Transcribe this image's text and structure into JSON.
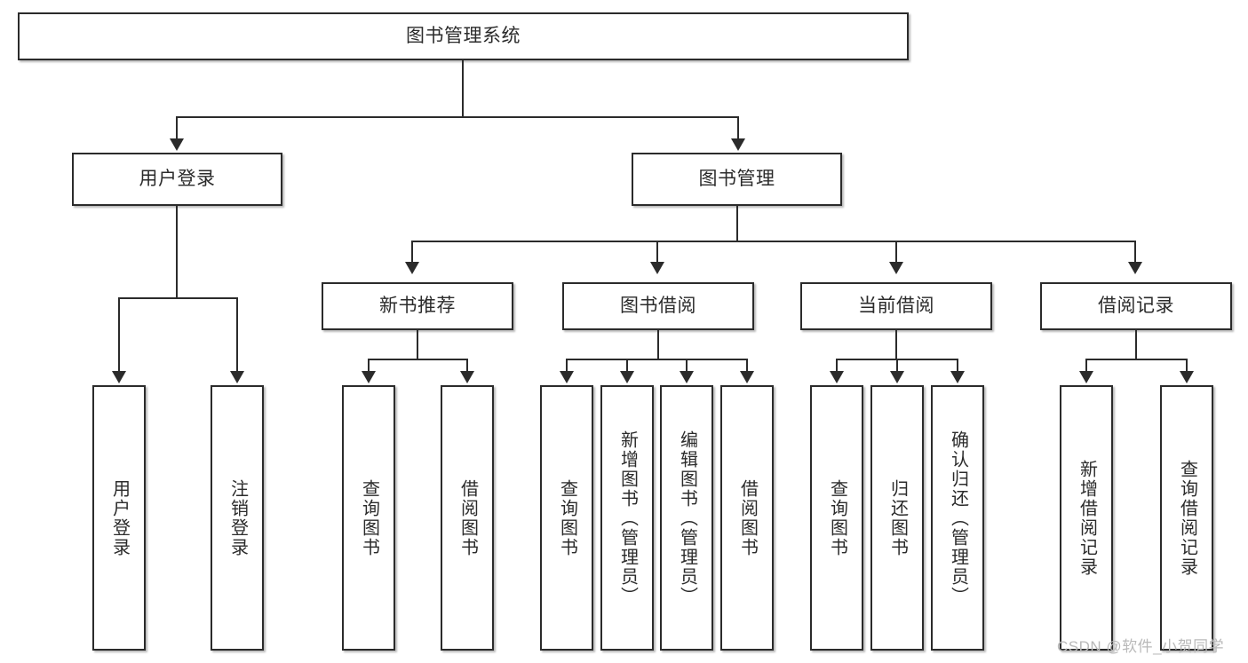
{
  "diagram": {
    "type": "hierarchy-tree",
    "title": "图书管理系统",
    "root": {
      "label": "图书管理系统"
    },
    "level2": [
      {
        "label": "用户登录"
      },
      {
        "label": "图书管理"
      }
    ],
    "level3": [
      {
        "label": "新书推荐"
      },
      {
        "label": "图书借阅"
      },
      {
        "label": "当前借阅"
      },
      {
        "label": "借阅记录"
      }
    ],
    "leaves": {
      "user_login": [
        {
          "label": "用户登录"
        },
        {
          "label": "注销登录"
        }
      ],
      "new_book": [
        {
          "label": "查询图书"
        },
        {
          "label": "借阅图书"
        }
      ],
      "book_borrow": [
        {
          "label": "查询图书"
        },
        {
          "label": "新增图书（管理员）"
        },
        {
          "label": "编辑图书（管理员）"
        },
        {
          "label": "借阅图书"
        }
      ],
      "current_borrow": [
        {
          "label": "查询图书"
        },
        {
          "label": "归还图书"
        },
        {
          "label": "确认归还（管理员）"
        }
      ],
      "borrow_record": [
        {
          "label": "新增借阅记录"
        },
        {
          "label": "查询借阅记录"
        }
      ]
    }
  },
  "watermark": {
    "text": "CSDN @软件_小贺同学"
  },
  "colors": {
    "stroke": "#2b2b2b",
    "background": "#ffffff",
    "watermark": "#b9b9b9"
  }
}
